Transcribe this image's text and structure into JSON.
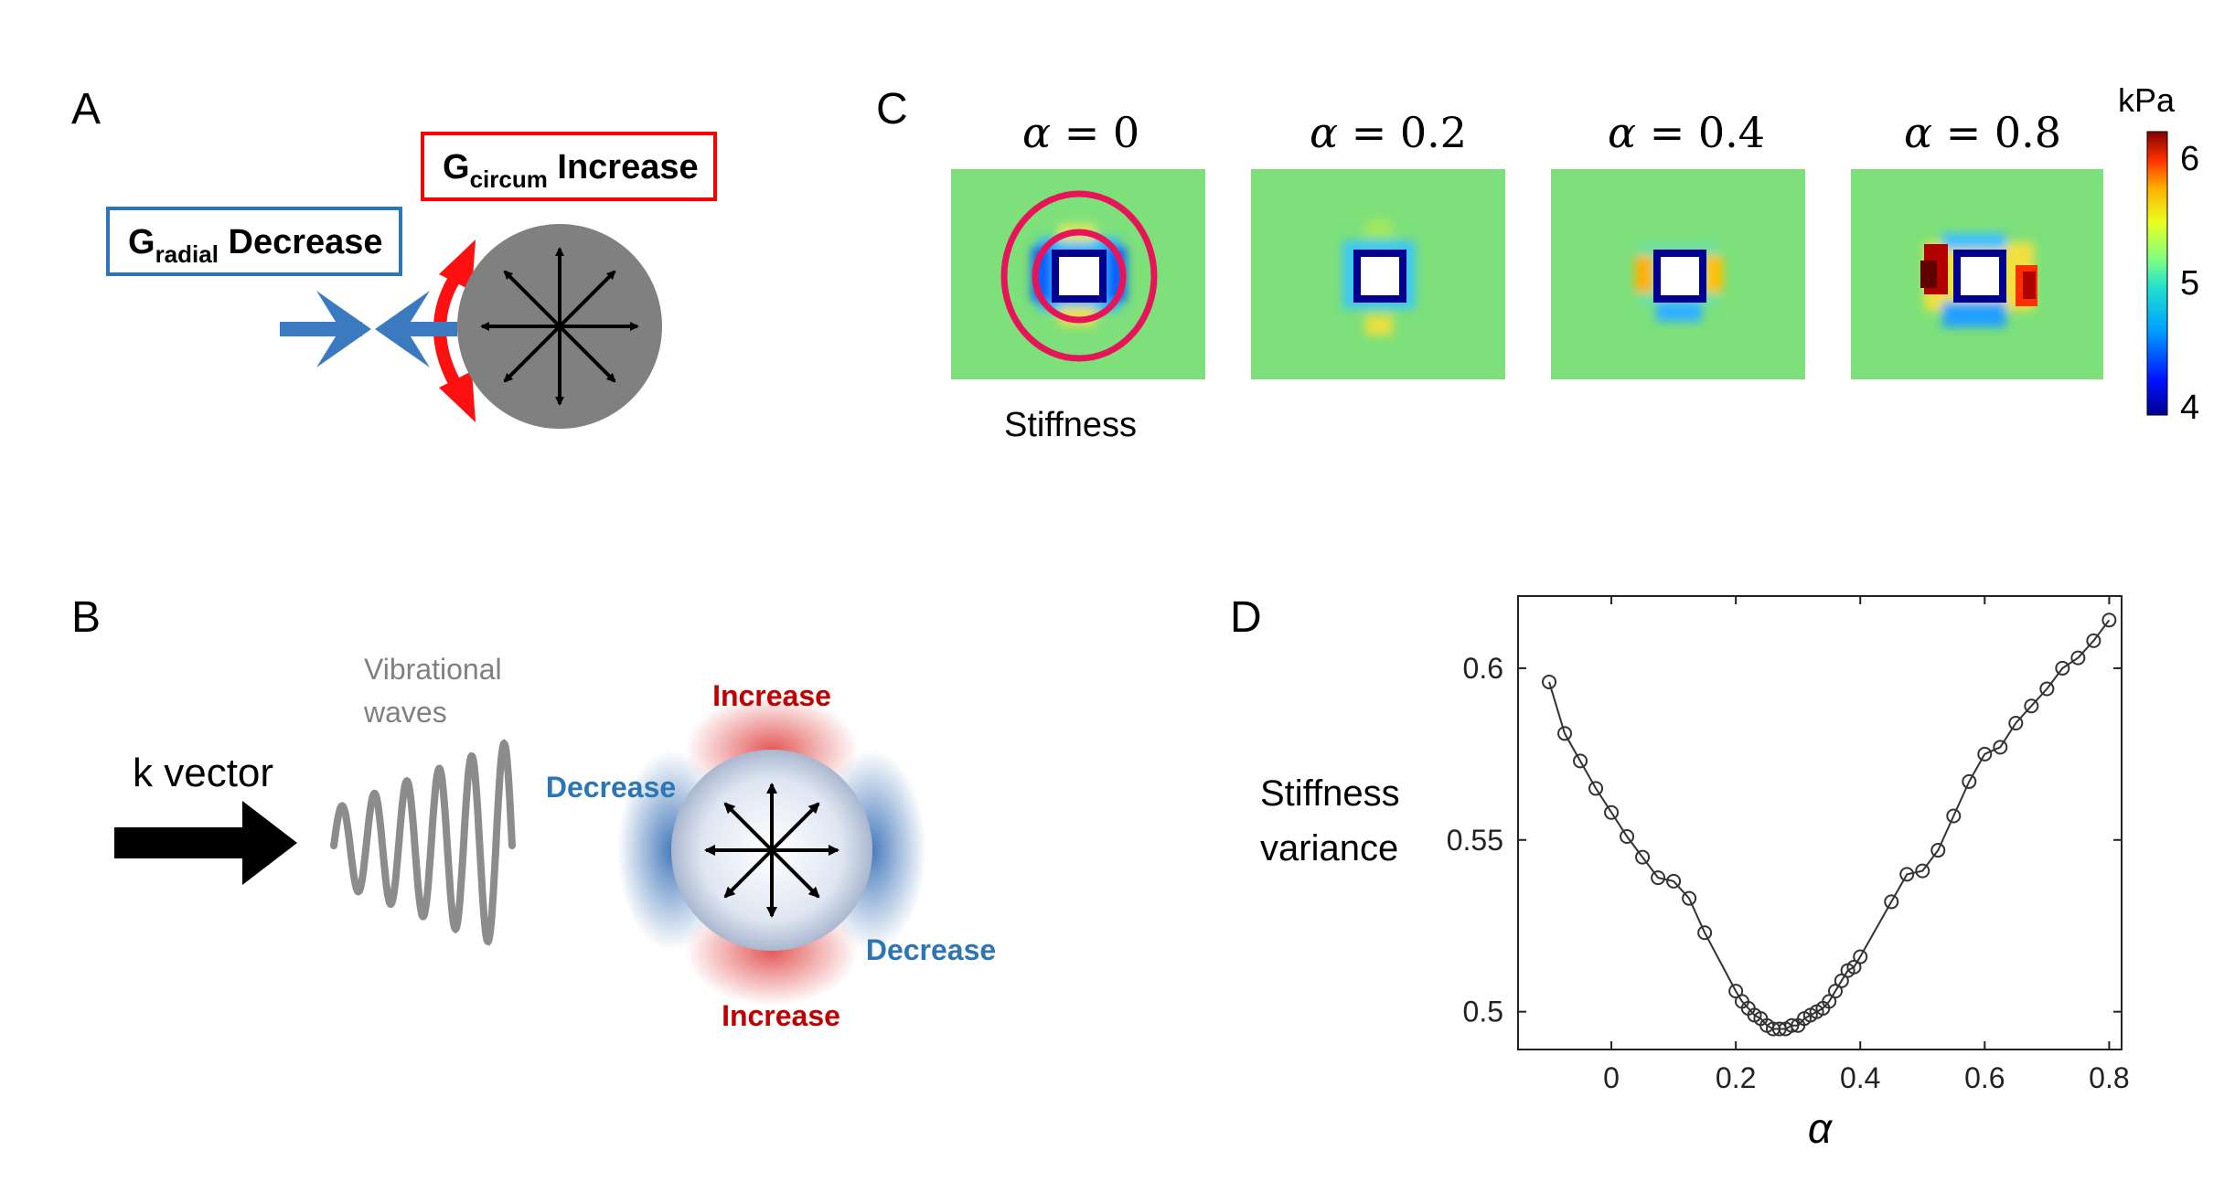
{
  "panels": {
    "A": {
      "letter": "A",
      "radial_box": {
        "main": "G",
        "sub": "radial",
        "rest": " Decrease",
        "border_color": "#2e75b6"
      },
      "circum_box": {
        "main": "G",
        "sub": "circum",
        "rest": " Increase",
        "border_color": "#ff0000"
      },
      "colors": {
        "blue_arrow": "#3b7abf",
        "red_arrow": "#ff1010",
        "sphere": "#808080"
      }
    },
    "B": {
      "letter": "B",
      "k_vector_label": "k vector",
      "waves_label_line1": "Vibrational",
      "waves_label_line2": "waves",
      "increase_top": "Increase",
      "increase_bottom": "Increase",
      "decrease_left": "Decrease",
      "decrease_right": "Decrease",
      "colors": {
        "increase": "#c00000",
        "decrease": "#2e75b6",
        "waves": "#808080"
      }
    },
    "C": {
      "letter": "C",
      "maps": [
        {
          "alpha_symbol": "α",
          "eq": "=",
          "value": "0"
        },
        {
          "alpha_symbol": "α",
          "eq": "=",
          "value": "0.2"
        },
        {
          "alpha_symbol": "α",
          "eq": "=",
          "value": "0.4"
        },
        {
          "alpha_symbol": "α",
          "eq": "=",
          "value": "0.8"
        }
      ],
      "map_caption": "Stiffness",
      "colorbar": {
        "unit": "kPa",
        "ticks": [
          "6",
          "5",
          "4"
        ],
        "range": [
          3.9,
          6.2
        ]
      },
      "ring_color": "#e8145a"
    },
    "D": {
      "letter": "D"
    }
  },
  "chart_data": {
    "type": "scatter",
    "line": true,
    "title": "",
    "xlabel": "α",
    "ylabel_line1": "Stiffness",
    "ylabel_line2": "variance",
    "xlim": [
      -0.15,
      0.82
    ],
    "ylim": [
      0.489,
      0.621
    ],
    "xticks": [
      0,
      0.2,
      0.4,
      0.6,
      0.8
    ],
    "xtick_labels": [
      "0",
      "0.2",
      "0.4",
      "0.6",
      "0.8"
    ],
    "yticks": [
      0.5,
      0.55,
      0.6
    ],
    "ytick_labels": [
      "0.5",
      "0.55",
      "0.6"
    ],
    "x": [
      -0.1,
      -0.075,
      -0.05,
      -0.025,
      0,
      0.025,
      0.05,
      0.075,
      0.1,
      0.125,
      0.15,
      0.2,
      0.21,
      0.22,
      0.23,
      0.24,
      0.25,
      0.26,
      0.27,
      0.28,
      0.29,
      0.3,
      0.31,
      0.32,
      0.33,
      0.34,
      0.35,
      0.36,
      0.37,
      0.38,
      0.39,
      0.4,
      0.45,
      0.475,
      0.5,
      0.525,
      0.55,
      0.575,
      0.6,
      0.625,
      0.65,
      0.675,
      0.7,
      0.725,
      0.75,
      0.775,
      0.8
    ],
    "y": [
      0.596,
      0.581,
      0.573,
      0.565,
      0.558,
      0.551,
      0.545,
      0.539,
      0.538,
      0.533,
      0.523,
      0.506,
      0.503,
      0.501,
      0.499,
      0.498,
      0.496,
      0.495,
      0.495,
      0.495,
      0.496,
      0.496,
      0.498,
      0.499,
      0.5,
      0.501,
      0.503,
      0.506,
      0.509,
      0.512,
      0.513,
      0.516,
      0.532,
      0.54,
      0.541,
      0.547,
      0.557,
      0.567,
      0.575,
      0.577,
      0.584,
      0.589,
      0.594,
      0.6,
      0.603,
      0.608,
      0.614
    ],
    "marker": "circle-open",
    "color": "#333333",
    "grid": false
  }
}
